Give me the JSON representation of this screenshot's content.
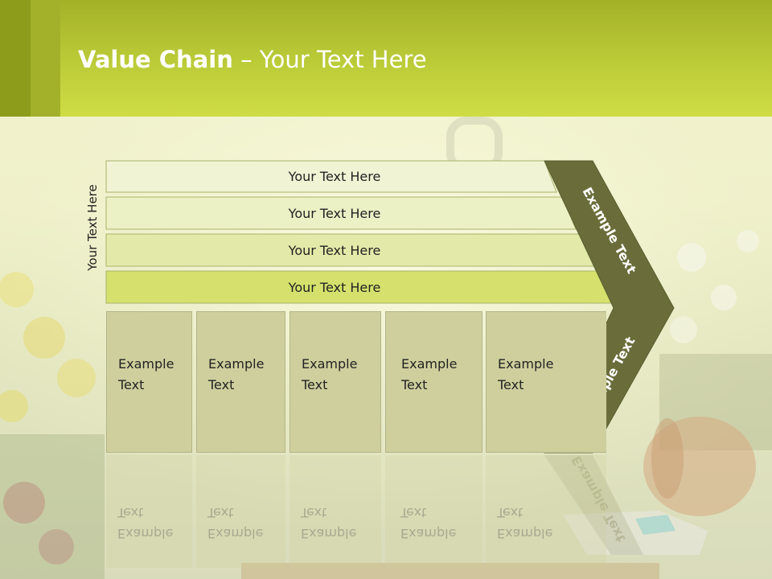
{
  "title": {
    "bold": "Value Chain",
    "rest": " – Your Text Here"
  },
  "side_label": "Your Text Here",
  "rows": [
    {
      "label": "Your Text Here"
    },
    {
      "label": "Your Text Here"
    },
    {
      "label": "Your Text Here"
    },
    {
      "label": "Your Text Here"
    }
  ],
  "boxes": [
    {
      "line1": "Example",
      "line2": "Text"
    },
    {
      "line1": "Example",
      "line2": "Text"
    },
    {
      "line1": "Example",
      "line2": "Text"
    },
    {
      "line1": "Example",
      "line2": "Text"
    },
    {
      "line1": "Example",
      "line2": "Text"
    }
  ],
  "chevron": {
    "upper": "Example Text",
    "lower": "Example Text"
  },
  "colors": {
    "header": "#bccc38",
    "chevron": "#6b6e3a",
    "row_dark": "#d8e27a",
    "box": "#cfcf9e"
  }
}
